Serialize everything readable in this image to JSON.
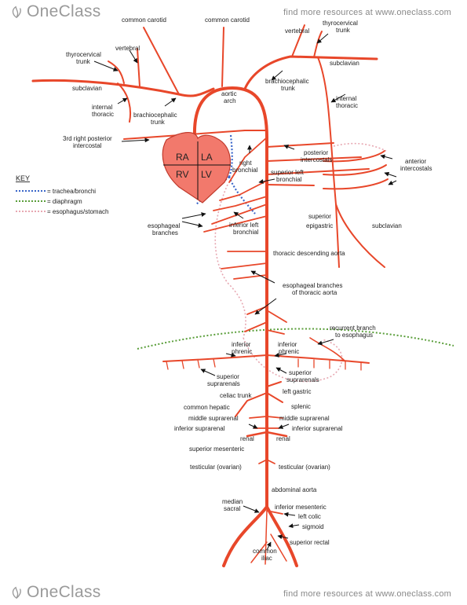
{
  "header": {
    "brand": "OneClass",
    "find_text": "find more resources at www.oneclass.com"
  },
  "footer": {
    "brand": "OneClass",
    "find_text": "find more resources at www.oneclass.com"
  },
  "colors": {
    "artery": "#e8472a",
    "heart_fill": "#f2796c",
    "trachea": "#3a66c9",
    "diaphragm": "#5a9e3a",
    "esophagus": "#e7a7b1"
  },
  "heart": {
    "ra": "RA",
    "la": "LA",
    "rv": "RV",
    "lv": "LV"
  },
  "key": {
    "title": "KEY",
    "items": [
      {
        "label": "= trachea/bronchi",
        "color": "#3a66c9"
      },
      {
        "label": "= diaphragm",
        "color": "#5a9e3a"
      },
      {
        "label": "= esophagus/stomach",
        "color": "#e7a7b1"
      }
    ]
  },
  "labels": {
    "common_carotid_l": "common carotid",
    "common_carotid_r": "common carotid",
    "vertebral_l": "vertebral",
    "thyrocervical_l1": "thyrocervical",
    "thyrocervical_l2": "trunk",
    "subclavian_l": "subclavian",
    "internal_thoracic_l1": "internal",
    "internal_thoracic_l2": "thoracic",
    "brachiocephalic_l1": "brachiocephalic",
    "brachiocephalic_l2": "trunk",
    "aortic_arch1": "aortic",
    "aortic_arch2": "arch",
    "vertebral_r": "vertebral",
    "thyrocervical_r1": "thyrocervical",
    "thyrocervical_r2": "trunk",
    "subclavian_r": "subclavian",
    "brachiocephalic_r1": "brachiocephalic",
    "brachiocephalic_r2": "trunk",
    "internal_thoracic_r1": "internal",
    "internal_thoracic_r2": "thoracic",
    "third_intercostal1": "3rd right posterior",
    "third_intercostal2": "intercostal",
    "right_bronchial1": "right",
    "right_bronchial2": "bronchial",
    "posterior_intercostals1": "posterior",
    "posterior_intercostals2": "intercostals",
    "superior_left_bronchial1": "superior left",
    "superior_left_bronchial2": "bronchial",
    "anterior_intercostals1": "anterior",
    "anterior_intercostals2": "intercostals",
    "esophageal_branches1": "esophageal",
    "esophageal_branches2": "branches",
    "inferior_left_bronchial1": "inferior left",
    "inferior_left_bronchial2": "bronchial",
    "superior_epigastric1": "superior",
    "superior_epigastric2": "epigastric",
    "subclavian_lower": "subclavian",
    "thoracic_descending": "thoracic descending aorta",
    "esophageal_thoracic1": "esophageal branches",
    "esophageal_thoracic2": "of thoracic aorta",
    "recurrent_branch1": "recurrent branch",
    "recurrent_branch2": "to esophagus",
    "inferior_phrenic_l1": "inferior",
    "inferior_phrenic_l2": "phrenic",
    "inferior_phrenic_r1": "inferior",
    "inferior_phrenic_r2": "phrenic",
    "superior_suprarenals_l1": "superior",
    "superior_suprarenals_l2": "suprarenals",
    "superior_suprarenals_r1": "superior",
    "superior_suprarenals_r2": "suprarenals",
    "left_gastric": "left gastric",
    "celiac_trunk": "celiac trunk",
    "common_hepatic": "common hepatic",
    "splenic": "splenic",
    "middle_suprarenal_l": "middle suprarenal",
    "middle_suprarenal_r": "middle suprarenal",
    "inferior_suprarenal_l": "inferior suprarenal",
    "inferior_suprarenal_r": "inferior suprarenal",
    "renal_l": "renal",
    "renal_r": "renal",
    "superior_mesenteric": "superior mesenteric",
    "testicular_l": "testicular (ovarian)",
    "testicular_r": "testicular (ovarian)",
    "abdominal_aorta": "abdominal aorta",
    "inferior_mesenteric": "inferior mesenteric",
    "median_sacral1": "median",
    "median_sacral2": "sacral",
    "left_colic": "left colic",
    "sigmoid": "sigmoid",
    "superior_rectal": "superior rectal",
    "common_iliac1": "common",
    "common_iliac2": "iliac"
  }
}
